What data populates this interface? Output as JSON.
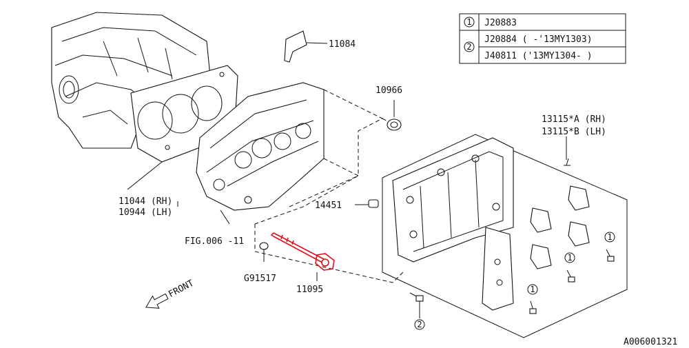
{
  "legend_table": {
    "rows": [
      {
        "marker": "1",
        "part": "J20883"
      },
      {
        "marker": "2",
        "part": "J20884 ( -'13MY1303)"
      },
      {
        "marker": "",
        "part": "J40811 ('13MY1304- )"
      }
    ]
  },
  "labels": {
    "p11084": "11084",
    "p10966": "10966",
    "p13115a": "13115*A (RH)",
    "p13115b": "13115*B (LH)",
    "p11044": "11044 (RH)",
    "p10944": "10944 (LH)",
    "p14451": "14451",
    "fig": "FIG.006 -11",
    "g91517": "G91517",
    "p11095": "11095",
    "front": "FRONT",
    "marker1": "1",
    "marker2": "2"
  },
  "footer_code": "A006001321",
  "accent_color": "#e0101a"
}
